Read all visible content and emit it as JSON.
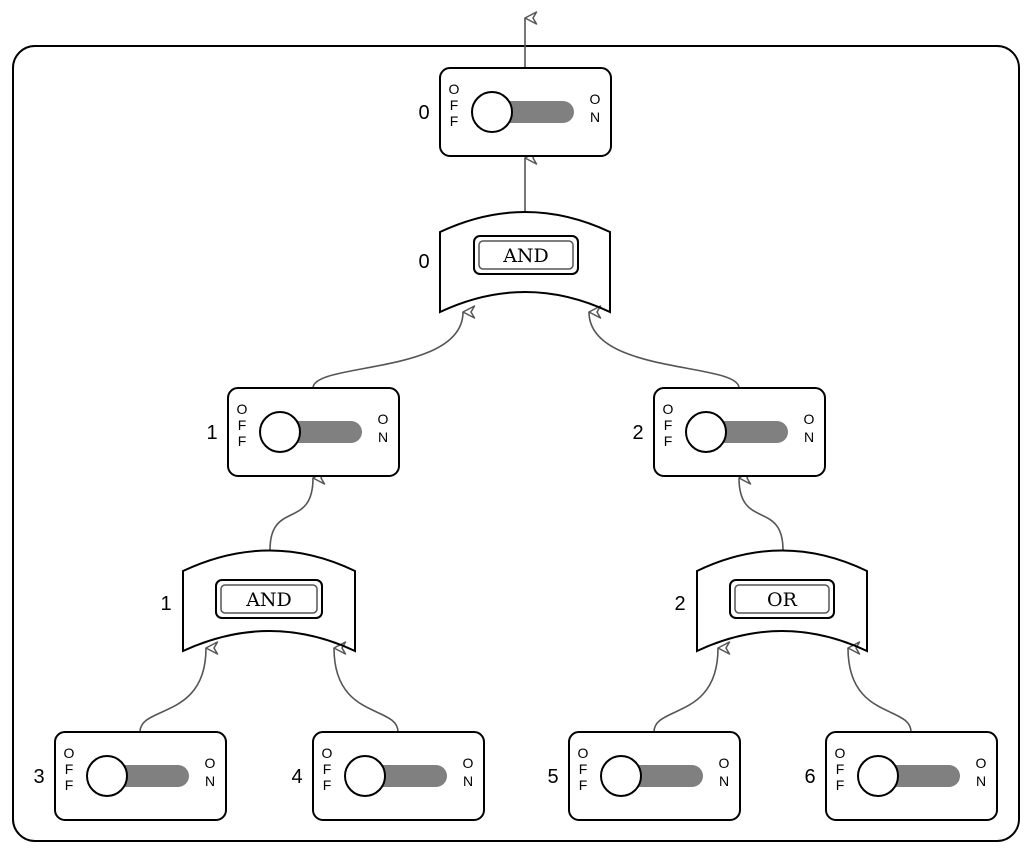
{
  "switch_text": {
    "off": [
      "O",
      "F",
      "F"
    ],
    "on": [
      "O",
      "N"
    ]
  },
  "switches": [
    {
      "id": "0",
      "label": "0"
    },
    {
      "id": "1",
      "label": "1"
    },
    {
      "id": "2",
      "label": "2"
    },
    {
      "id": "3",
      "label": "3"
    },
    {
      "id": "4",
      "label": "4"
    },
    {
      "id": "5",
      "label": "5"
    },
    {
      "id": "6",
      "label": "6"
    }
  ],
  "gates": [
    {
      "id": "top",
      "label": "0",
      "op": "AND"
    },
    {
      "id": "left",
      "label": "1",
      "op": "AND"
    },
    {
      "id": "right",
      "label": "2",
      "op": "OR"
    }
  ],
  "colors": {
    "track": "#808080",
    "connector": "#555555",
    "stroke": "#000000"
  }
}
